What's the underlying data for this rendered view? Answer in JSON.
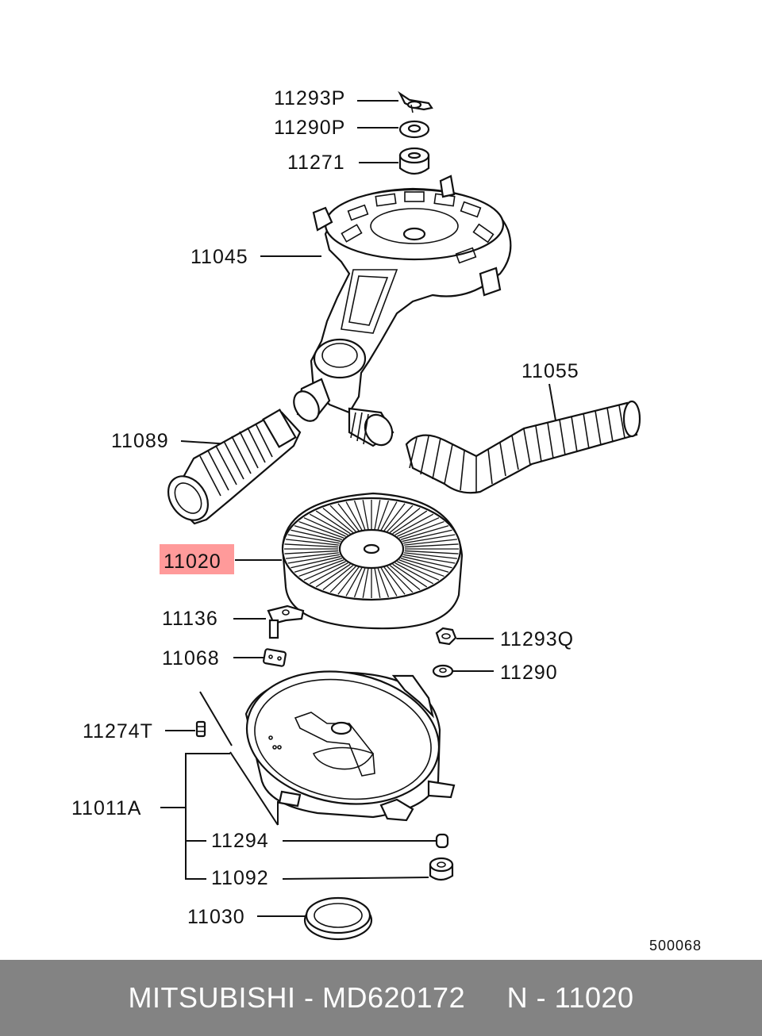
{
  "diagram": {
    "labels": {
      "l11293p": "11293P",
      "l11290p": "11290P",
      "l11271": "11271",
      "l11045": "11045",
      "l11055": "11055",
      "l11089": "11089",
      "l11020": "11020",
      "l11136": "11136",
      "l11293q": "11293Q",
      "l11068": "11068",
      "l11290": "11290",
      "l11274t": "11274T",
      "l11011a": "11011A",
      "l11294": "11294",
      "l11092": "11092",
      "l11030": "11030"
    },
    "diagram_code": "500068",
    "highlight_color": "#ff9a9a",
    "highlighted_part": "11020"
  },
  "footer": {
    "text": "MITSUBISHI - MD620172     N - 11020",
    "background_color": "#838383"
  }
}
